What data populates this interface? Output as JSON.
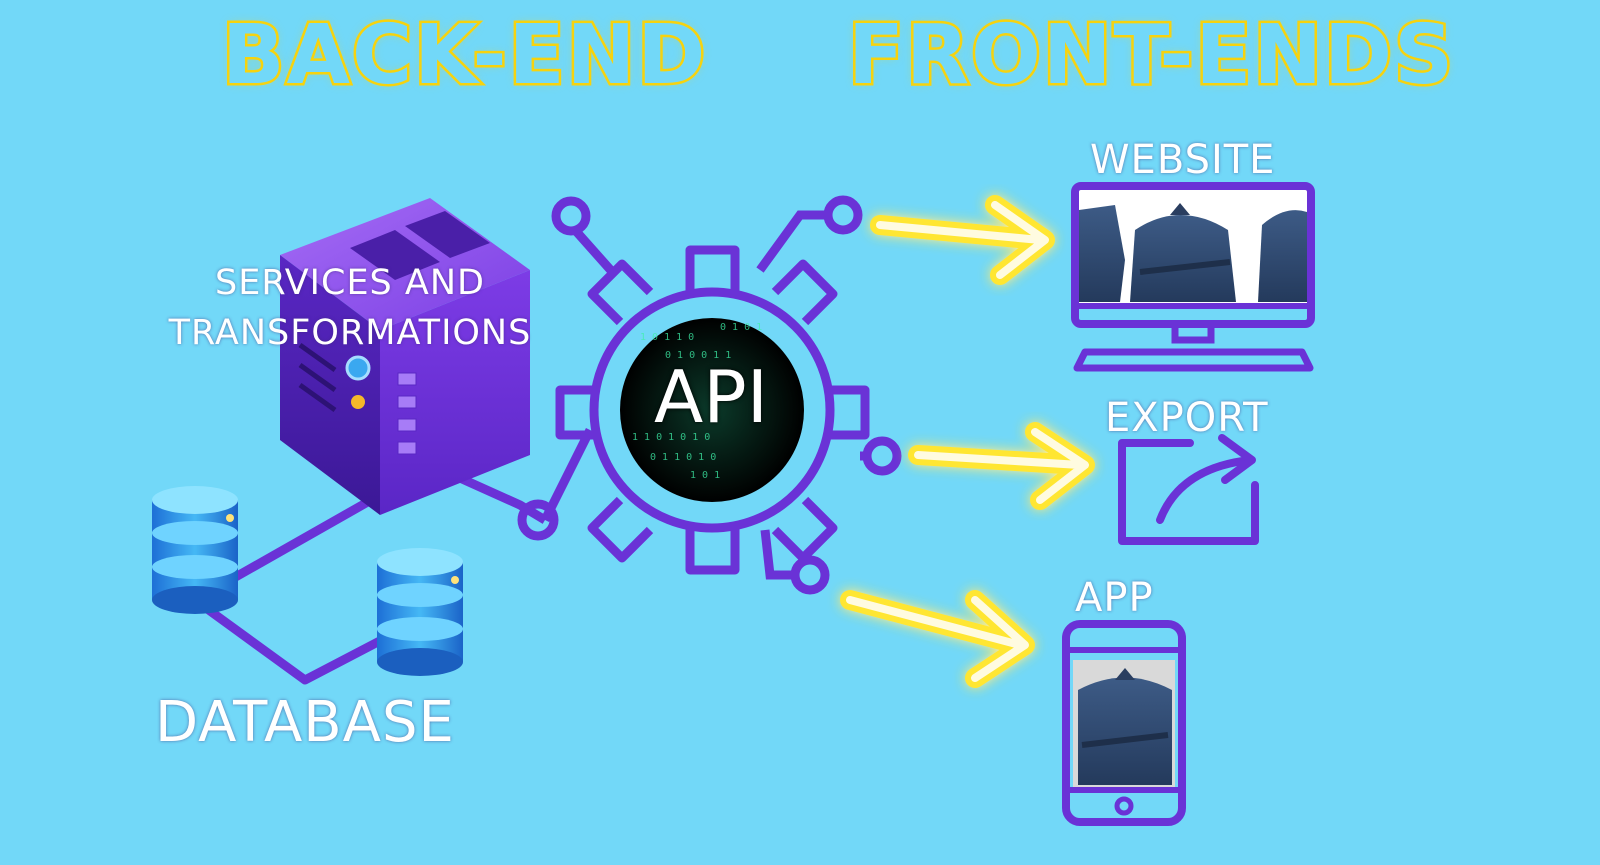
{
  "headings": {
    "back_end": "BACK-END",
    "front_ends": "FRONT-ENDS"
  },
  "backend": {
    "services_label": "SERVICES AND\nTRANSFORMATIONS",
    "database_label": "DATABASE"
  },
  "api": {
    "label": "API"
  },
  "frontends": {
    "website_label": "WEBSITE",
    "export_label": "EXPORT",
    "app_label": "APP"
  },
  "colors": {
    "background": "#72d8f8",
    "heading": "#f7d30f",
    "connector": "#6a32d6",
    "arrow_glow": "#ffe632",
    "database": "#2a9ee8",
    "server": "#6b2fd4"
  },
  "icons": {
    "server": "server-icon",
    "database": "database-icon",
    "api_gear": "gear-icon",
    "website": "monitor-icon",
    "export": "export-icon",
    "app": "smartphone-icon"
  }
}
